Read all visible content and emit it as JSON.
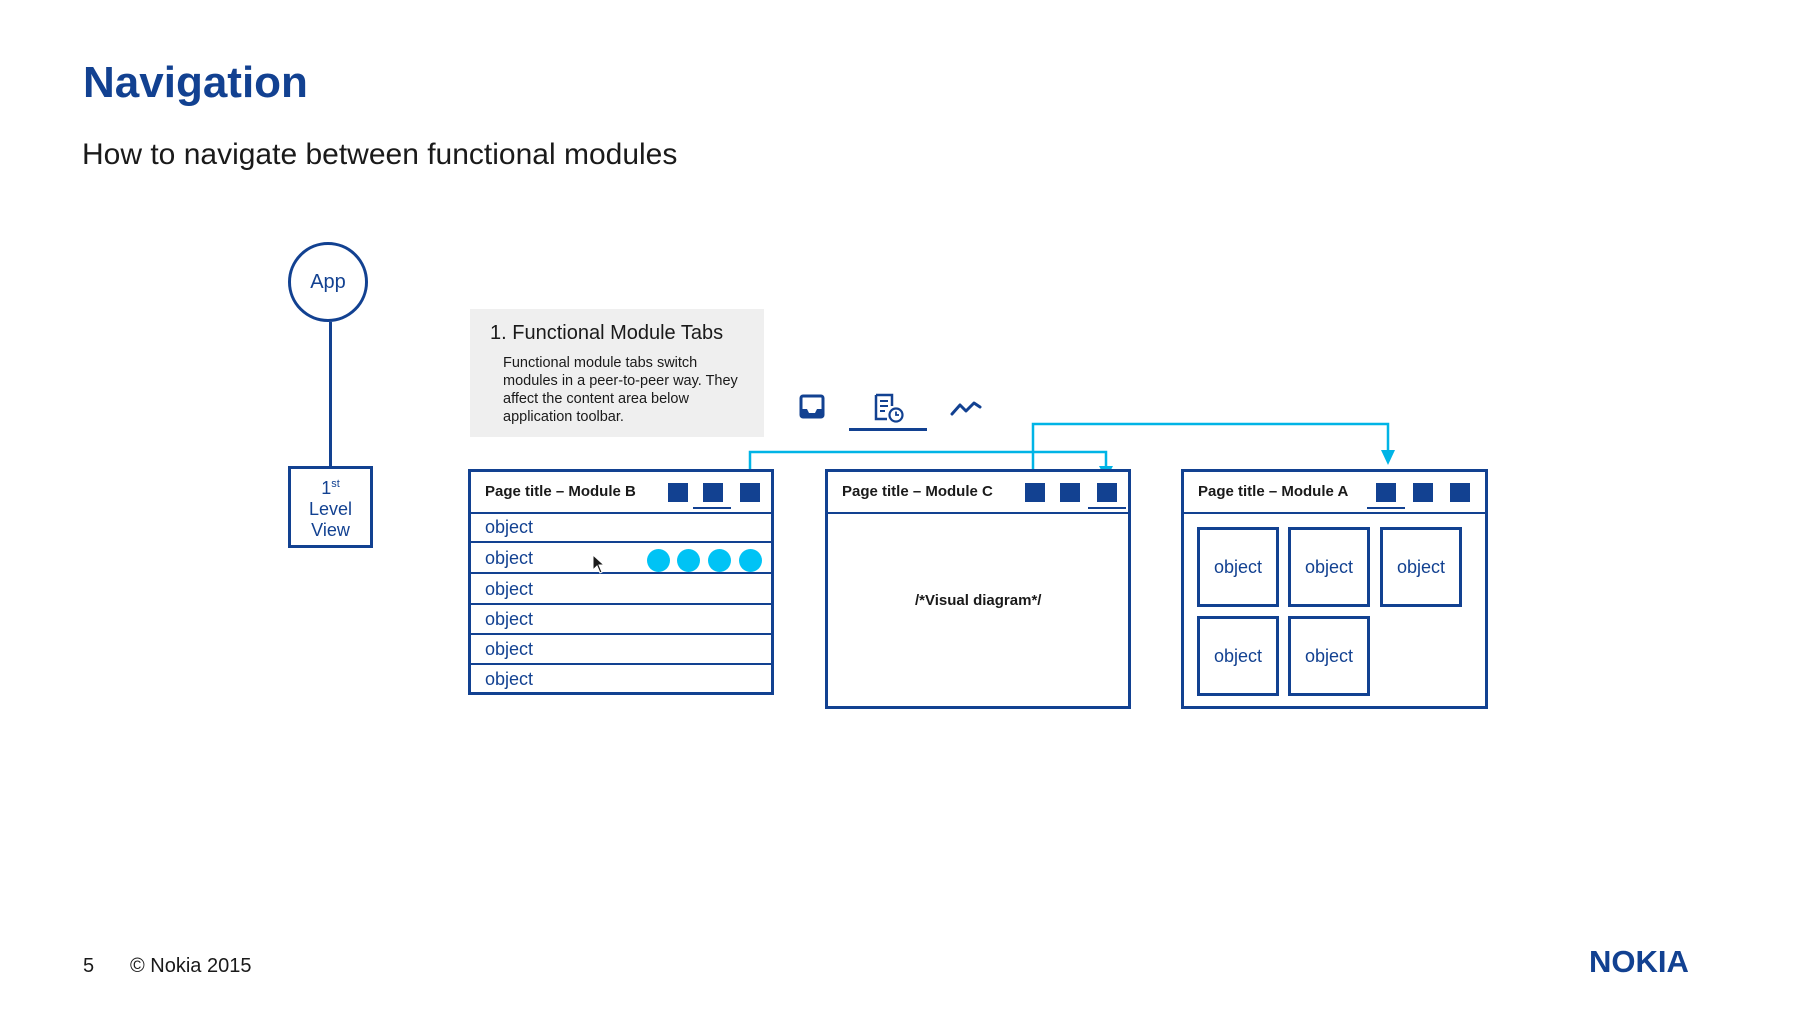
{
  "title": "Navigation",
  "subtitle": "How to navigate between functional modules",
  "tree": {
    "root_label": "App",
    "level_number": "1",
    "level_suffix": "st",
    "level_line1": "Level",
    "level_line2": "View"
  },
  "info": {
    "title": "1. Functional Module Tabs",
    "description": "Functional module tabs switch modules in a peer-to-peer way. They affect the content area below application toolbar."
  },
  "tab_icons": [
    "inbox-icon",
    "document-clock-icon",
    "trend-line-icon"
  ],
  "modules": [
    {
      "title": "Page title – Module B",
      "rows": [
        "object",
        "object",
        "object",
        "object",
        "object",
        "object"
      ]
    },
    {
      "title": "Page title – Module C",
      "content": "/*Visual diagram*/"
    },
    {
      "title": "Page title – Module A",
      "tiles": [
        "object",
        "object",
        "object",
        "object",
        "object"
      ]
    }
  ],
  "colors": {
    "primary": "#124191",
    "accent": "#00c3f5",
    "panel": "#efefef"
  },
  "footer": {
    "page": "5",
    "copyright": "© Nokia 2015",
    "logo": "NOKIA"
  }
}
